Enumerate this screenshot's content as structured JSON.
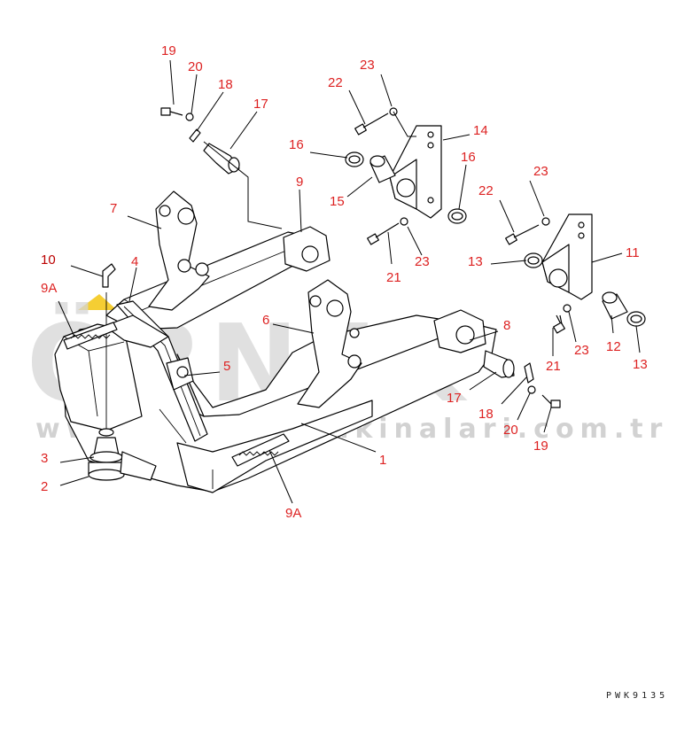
{
  "watermark": {
    "brand": "ÖRNEK",
    "url": "www.ornekismakinalari.com.tr",
    "accent_color": "#f2c200"
  },
  "drawing_code": "PWK9135",
  "callouts": [
    {
      "id": "c19a",
      "text": "19"
    },
    {
      "id": "c20a",
      "text": "20"
    },
    {
      "id": "c18a",
      "text": "18"
    },
    {
      "id": "c17a",
      "text": "17"
    },
    {
      "id": "c23a",
      "text": "23"
    },
    {
      "id": "c22a",
      "text": "22"
    },
    {
      "id": "c14",
      "text": "14"
    },
    {
      "id": "c16a",
      "text": "16"
    },
    {
      "id": "c16b",
      "text": "16"
    },
    {
      "id": "c9",
      "text": "9"
    },
    {
      "id": "c15",
      "text": "15"
    },
    {
      "id": "c22b",
      "text": "22"
    },
    {
      "id": "c23b",
      "text": "23"
    },
    {
      "id": "c7",
      "text": "7"
    },
    {
      "id": "c21a",
      "text": "21"
    },
    {
      "id": "c23c",
      "text": "23"
    },
    {
      "id": "c11",
      "text": "11"
    },
    {
      "id": "c13a",
      "text": "13"
    },
    {
      "id": "c10",
      "text": "10"
    },
    {
      "id": "c4",
      "text": "4"
    },
    {
      "id": "c9Aa",
      "text": "9A"
    },
    {
      "id": "c6",
      "text": "6"
    },
    {
      "id": "c8",
      "text": "8"
    },
    {
      "id": "c12",
      "text": "12"
    },
    {
      "id": "c23d",
      "text": "23"
    },
    {
      "id": "c13b",
      "text": "13"
    },
    {
      "id": "c21b",
      "text": "21"
    },
    {
      "id": "c5",
      "text": "5"
    },
    {
      "id": "c17b",
      "text": "17"
    },
    {
      "id": "c18b",
      "text": "18"
    },
    {
      "id": "c20b",
      "text": "20"
    },
    {
      "id": "c19b",
      "text": "19"
    },
    {
      "id": "c1",
      "text": "1"
    },
    {
      "id": "c3",
      "text": "3"
    },
    {
      "id": "c2",
      "text": "2"
    },
    {
      "id": "c9Ab",
      "text": "9A"
    }
  ]
}
